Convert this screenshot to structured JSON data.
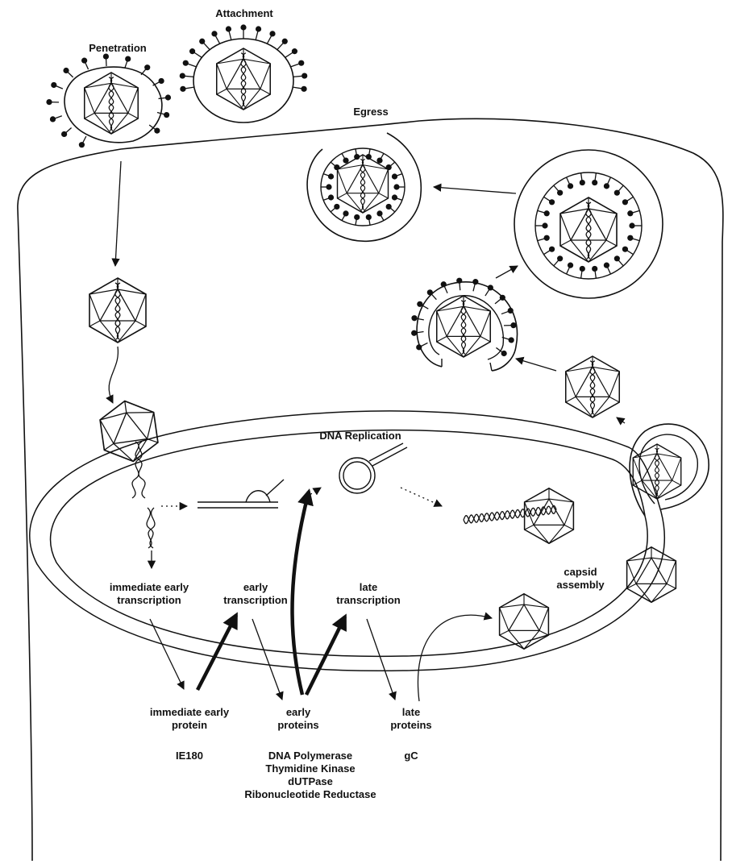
{
  "labels": {
    "penetration": "Penetration",
    "attachment": "Attachment",
    "egress": "Egress",
    "dna_replication": "DNA Replication",
    "capsid_assembly": "capsid\nassembly",
    "immediate_early_transcription": "immediate early\ntranscription",
    "early_transcription": "early\ntranscription",
    "late_transcription": "late\ntranscription",
    "immediate_early_protein": "immediate early\nprotein",
    "early_proteins": "early\nproteins",
    "late_proteins": "late\nproteins"
  },
  "examples": {
    "ie": "IE180",
    "early": "DNA Polymerase\nThymidine Kinase\ndUTPase\nRibonucleotide Reductase",
    "late": "gC"
  },
  "colors": {
    "line": "#111111",
    "background": "#ffffff"
  }
}
